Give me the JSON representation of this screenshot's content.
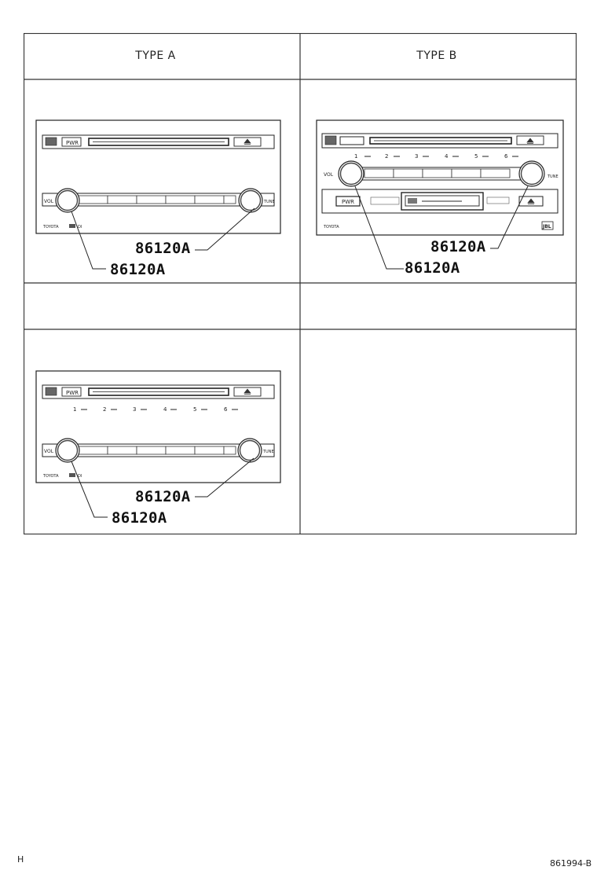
{
  "table": {
    "header_a": "TYPE A",
    "header_b": "TYPE B"
  },
  "panels": {
    "a1": {
      "pwr_label": "PWR",
      "vol_label": "VOL",
      "tune_label": "TUNE",
      "brand_label": "TOYOTA",
      "callout_upper": "86120A",
      "callout_lower": "86120A"
    },
    "b1": {
      "pwr_label": "PWR",
      "vol_label": "VOL",
      "tune_label": "TUNE",
      "brand_label": "TOYOTA",
      "brand_logo": "JBL",
      "preset_numbers": [
        "1",
        "2",
        "3",
        "4",
        "5",
        "6"
      ],
      "callout_upper": "86120A",
      "callout_lower": "86120A"
    },
    "a2": {
      "pwr_label": "PWR",
      "vol_label": "VOL",
      "tune_label": "TUNE",
      "brand_label": "TOYOTA",
      "preset_numbers": [
        "1",
        "2",
        "3",
        "4",
        "5",
        "6"
      ],
      "callout_upper": "86120A",
      "callout_lower": "86120A"
    }
  },
  "footer": {
    "left": "H",
    "right": "861994-B"
  },
  "icons": {
    "eject": "eject-icon",
    "knob": "knob-icon"
  }
}
